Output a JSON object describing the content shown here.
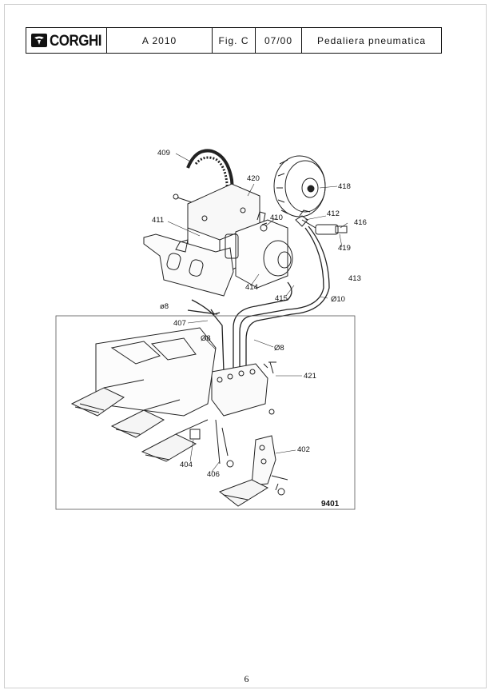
{
  "header": {
    "brand": "CORGHI",
    "model": "A 2010",
    "figure": "Fig. C",
    "date": "07/00",
    "title": "Pedaliera pneumatica"
  },
  "drawing": {
    "figure_code": "9401",
    "callouts": {
      "c409": "409",
      "c420": "420",
      "c418": "418",
      "c411": "411",
      "c410": "410",
      "c412": "412",
      "c416": "416",
      "c419": "419",
      "c414": "414",
      "c413": "413",
      "c415": "415",
      "d10": "Ø10",
      "d8a": "ø8",
      "c407": "407",
      "d8b": "Ø8",
      "d8c": "Ø8",
      "c421": "421",
      "c402": "402",
      "c404": "404",
      "c406": "406"
    }
  },
  "footer": {
    "page_number": "6"
  }
}
